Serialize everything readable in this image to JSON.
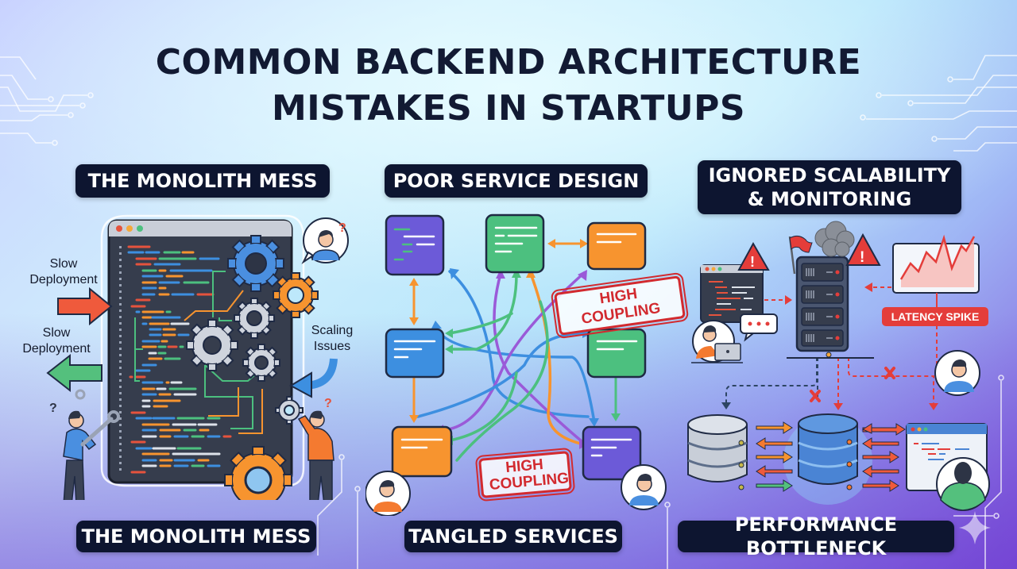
{
  "title": {
    "line1": "COMMON BACKEND ARCHITECTURE",
    "line2": "MISTAKES IN STARTUPS"
  },
  "colors": {
    "title_text": "#121a33",
    "pill_bg": "#0d1530",
    "pill_text": "#ffffff",
    "accent_red": "#e43d3a",
    "accent_orange": "#f7942f",
    "accent_green": "#4cc07f",
    "accent_blue": "#3d8fe0",
    "accent_purple": "#6c5ad8",
    "bg_top": "#d6f4ff",
    "bg_bottom": "#7c4fd8"
  },
  "panels": [
    {
      "id": "monolith",
      "header": "THE MONOLITH MESS",
      "footer": "THE MONOLITH MESS",
      "labels": {
        "arrow_in_top": "Slow Deployment",
        "arrow_out_bottom": "Slow Deployment",
        "scaling": "Scaling Issues"
      },
      "icons": [
        "code-window-icon",
        "gear-icon",
        "person-with-wrench-icon",
        "confused-person-icon",
        "question-mark-icon"
      ]
    },
    {
      "id": "services",
      "header": "POOR SERVICE DESIGN",
      "footer": "TANGLED SERVICES",
      "stamps": [
        "HIGH COUPLING",
        "HIGH COUPLING"
      ],
      "services": [
        {
          "color": "#6c5ad8",
          "position": "top-left"
        },
        {
          "color": "#4cc07f",
          "position": "top-middle"
        },
        {
          "color": "#f7942f",
          "position": "top-right"
        },
        {
          "color": "#3d8fe0",
          "position": "middle-left"
        },
        {
          "color": "#4cc07f",
          "position": "middle-right"
        },
        {
          "color": "#f7942f",
          "position": "bottom-left"
        },
        {
          "color": "#6c5ad8",
          "position": "bottom-right"
        }
      ]
    },
    {
      "id": "scalability",
      "header_line1": "IGNORED SCALABILITY",
      "header_line2": "& MONITORING",
      "footer": "PERFORMANCE BOTTLENECK",
      "latency_label": "LATENCY SPIKE",
      "icons": [
        "server-rack-icon",
        "warning-icon",
        "flag-icon",
        "smoke-icon",
        "chart-spike-icon",
        "database-icon",
        "x-mark-icon",
        "developer-laptop-icon",
        "chat-bubble-icon"
      ]
    }
  ]
}
